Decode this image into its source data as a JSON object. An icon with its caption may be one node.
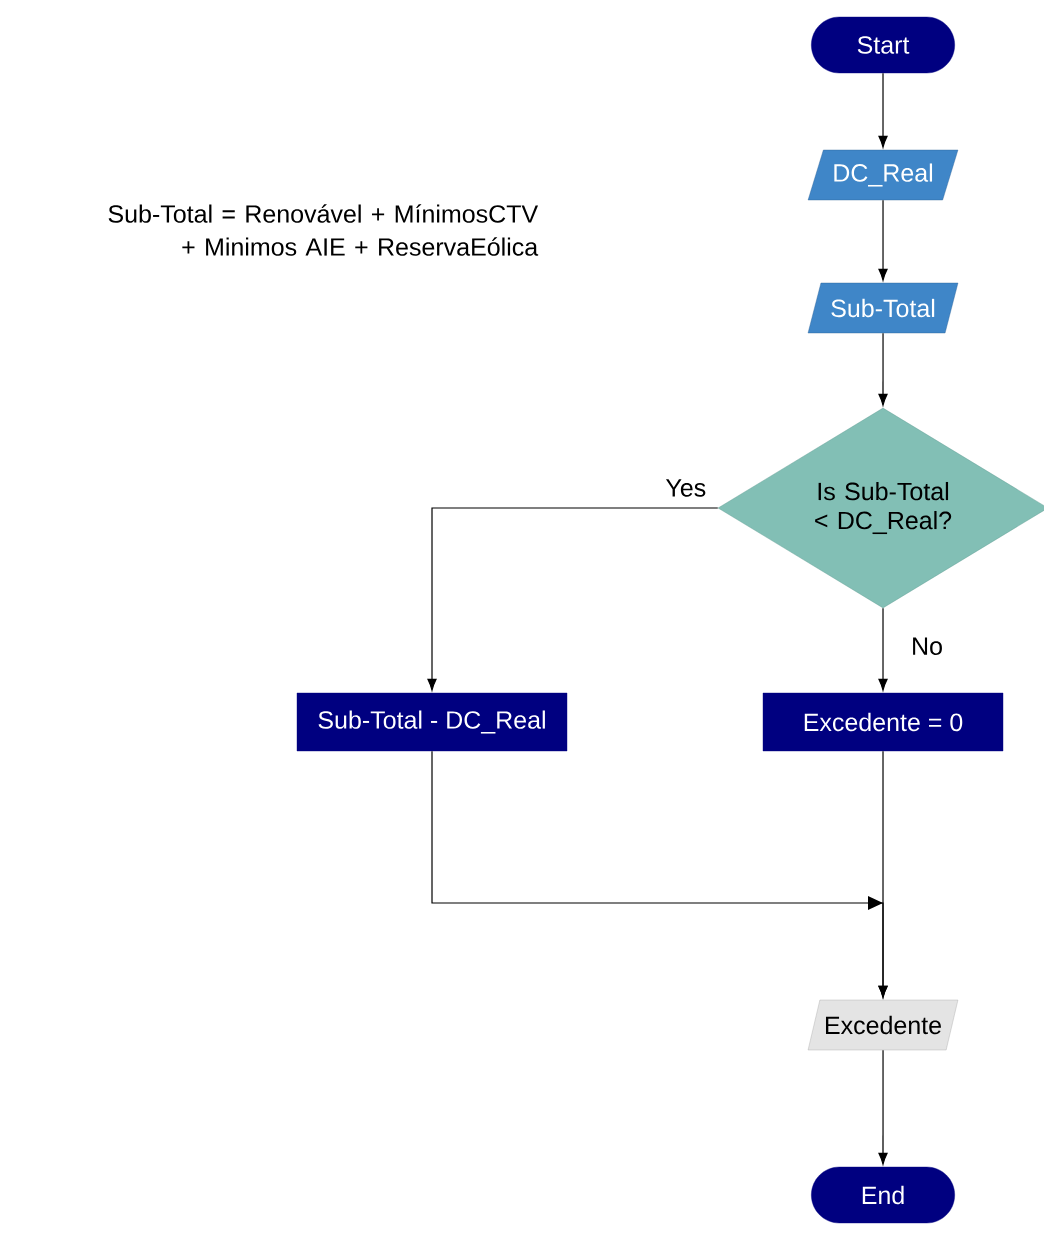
{
  "diagram": {
    "nodes": [
      {
        "text": [
          "Start"
        ]
      },
      {
        "text": [
          "DC_Real"
        ]
      },
      {
        "text": [
          "Sub-Total"
        ]
      },
      {
        "text": [
          "Is Sub-Total < DC_Real?"
        ]
      },
      {
        "text": [
          "Sub-Total - DC_Real"
        ]
      },
      {
        "text": [
          "Excedente = 0"
        ]
      },
      {
        "text": [
          "Excedente"
        ]
      },
      {
        "text": [
          "End"
        ]
      }
    ],
    "edges": [
      {
        "from": 0,
        "to": 1,
        "arrow": "to"
      },
      {
        "from": 1,
        "to": 2,
        "arrow": "to"
      },
      {
        "from": 2,
        "to": 3,
        "arrow": "to"
      },
      {
        "from": 3,
        "to": 4,
        "arrow": "to",
        "label": "Yes"
      },
      {
        "from": 3,
        "to": 5,
        "arrow": "to",
        "label": "No"
      },
      {
        "from": 4,
        "to": 6,
        "arrow": "to"
      },
      {
        "from": 5,
        "to": 6,
        "arrow": "to"
      },
      {
        "from": 6,
        "to": 7,
        "arrow": "to"
      }
    ],
    "labels": [
      "Sub-Total = Renovável + MínimosCTV + Minimos AIE + ReservaEólica"
    ]
  }
}
